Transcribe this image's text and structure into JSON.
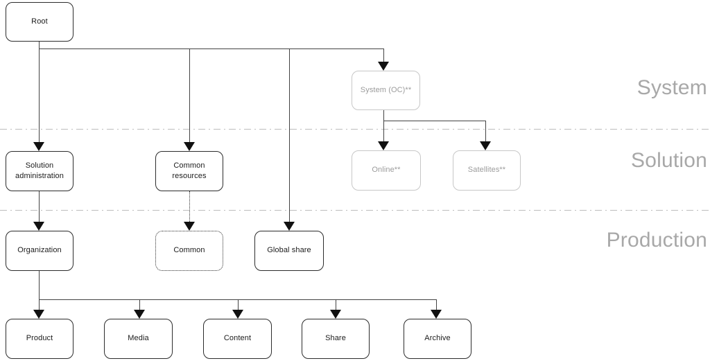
{
  "diagram": {
    "nodes": {
      "root": {
        "label": "Root"
      },
      "system_oc": {
        "label": "System (OC)**"
      },
      "solution_administration": {
        "label": "Solution administration"
      },
      "common_resources": {
        "label": "Common resources"
      },
      "online": {
        "label": "Online**"
      },
      "satellites": {
        "label": "Satellites**"
      },
      "organization": {
        "label": "Organization"
      },
      "common": {
        "label": "Common"
      },
      "global_share": {
        "label": "Global share"
      },
      "product": {
        "label": "Product"
      },
      "media": {
        "label": "Media"
      },
      "content": {
        "label": "Content"
      },
      "share": {
        "label": "Share"
      },
      "archive": {
        "label": "Archive"
      }
    },
    "zones": [
      {
        "label": "System"
      },
      {
        "label": "Solution"
      },
      {
        "label": "Production"
      }
    ],
    "colors": {
      "node_border": "#2b2b2b",
      "node_text": "#1a1a1a",
      "muted_node_border": "#c7c7c7",
      "muted_node_text": "#9b9b9b",
      "connector": "#424242",
      "arrowhead": "#111111",
      "divider": "#bdbdbd",
      "zone_label": "#a8a8a8"
    }
  }
}
